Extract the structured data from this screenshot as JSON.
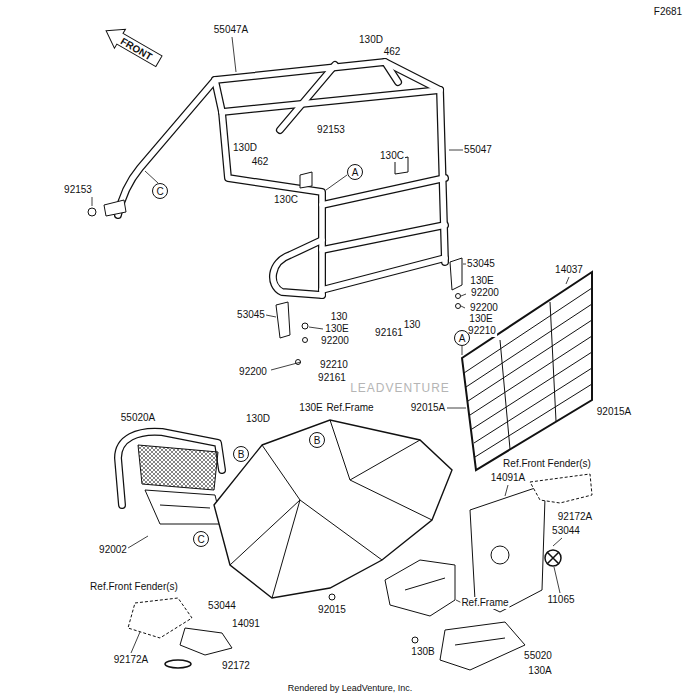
{
  "diagram": {
    "nodes": [
      {
        "text": [
          "FRONT"
        ]
      },
      {
        "text": [
          "A"
        ]
      },
      {
        "text": [
          "C"
        ]
      },
      {
        "text": [
          "A"
        ]
      },
      {
        "text": [
          "B"
        ]
      },
      {
        "text": [
          "B"
        ]
      },
      {
        "text": [
          "C"
        ]
      }
    ],
    "labels": [
      "F2681",
      "55047A",
      "130D",
      "462",
      "92153",
      "130D",
      "462",
      "55047",
      "130C",
      "130C",
      "92153",
      "53045",
      "130E",
      "92200",
      "92200",
      "130E",
      "130",
      "92210",
      "92161",
      "14037",
      "53045",
      "130",
      "130E",
      "92200",
      "92210",
      "92200",
      "92161",
      "130E",
      "Ref.Frame",
      "92015A",
      "92015A",
      "55020A",
      "130D",
      "Ref.Front Fender(s)",
      "14091A",
      "92172A",
      "92002",
      "53044",
      "11065",
      "Ref.Front Fender(s)",
      "53044",
      "92015",
      "14091",
      "Ref.Frame",
      "92172A",
      "92172",
      "130B",
      "55020",
      "130A",
      "Rendered by LeadVenture, Inc.",
      "LEADVENTURE"
    ]
  }
}
